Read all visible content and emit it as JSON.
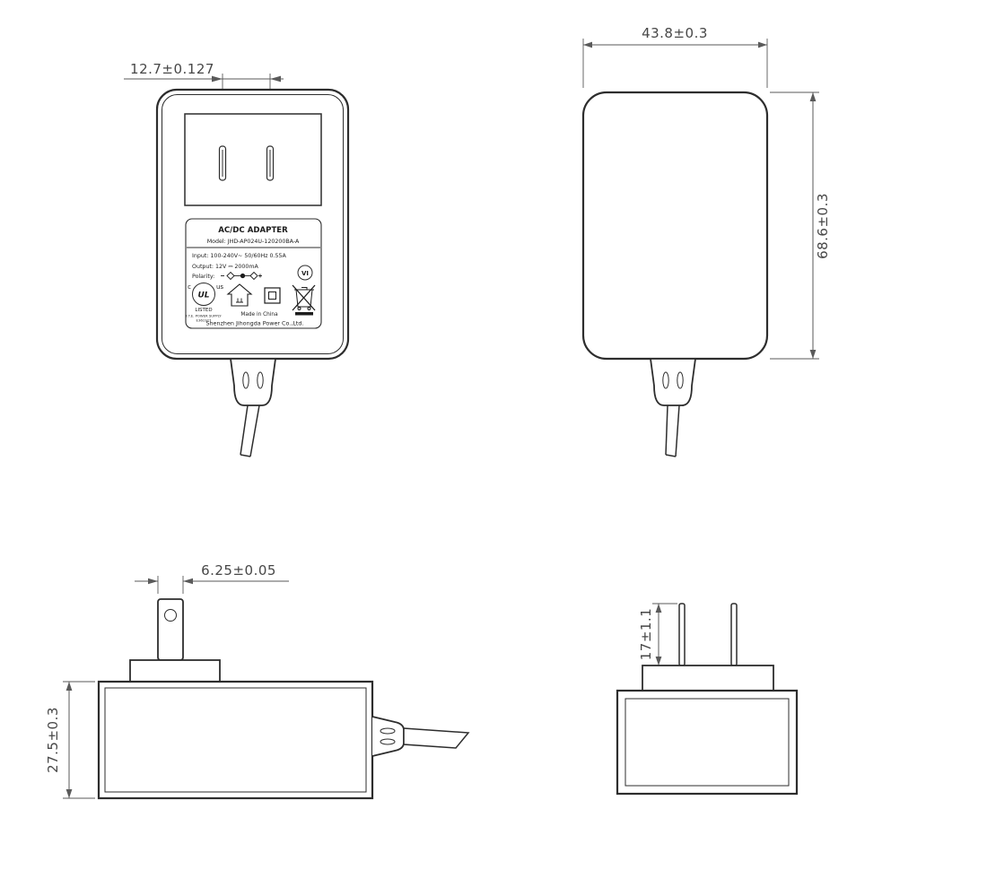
{
  "drawing": {
    "front": {
      "dim_prong_spacing": "12.7±0.127",
      "label": {
        "title": "AC/DC  ADAPTER",
        "model": "Model: JHD-AP024U-120200BA-A",
        "input": "Input: 100-240V~  50/60Hz  0.55A",
        "output": "Output: 12V ⎓ 2000mA",
        "polarity_label": "Polarity:",
        "efficiency": "VI",
        "ul_mark": "UL",
        "ul_c": "c",
        "ul_us": "us",
        "listed": "LISTED",
        "ite": "I.T.E. POWER SUPPLY",
        "file_no": "E361927",
        "made_in": "Made in China",
        "company": "Shenzhen Jihongda Power Co.,Ltd."
      }
    },
    "back": {
      "dim_width": "43.8±0.3",
      "dim_height": "68.6±0.3"
    },
    "side": {
      "dim_blade": "6.25±0.05",
      "dim_depth": "27.5±0.3"
    },
    "top": {
      "dim_prong_length": "17±1.1"
    }
  }
}
